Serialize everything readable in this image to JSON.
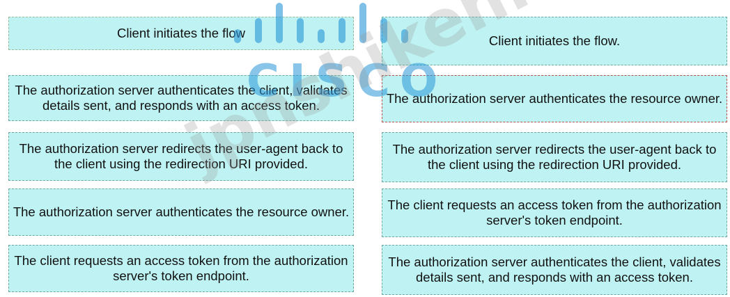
{
  "left_column": [
    {
      "text": "Client initiates the flow"
    },
    {
      "text": "The authorization server authenticates the client, validates details sent, and responds with an access token."
    },
    {
      "text": "The authorization server redirects the user-agent back to the client using the redirection URI provided."
    },
    {
      "text": "The authorization server authenticates the resource owner."
    },
    {
      "text": "The client requests an access token from the authorization server's token endpoint."
    }
  ],
  "right_column": [
    {
      "text": "Client initiates the flow."
    },
    {
      "text": "The authorization server authenticates the resource owner."
    },
    {
      "text": "The authorization server redirects the user-agent back to the client using the redirection URI provided."
    },
    {
      "text": "The client requests an access token from the authorization server's token endpoint."
    },
    {
      "text": "The authorization server authenticates the client, validates details sent, and responds with an access token."
    }
  ],
  "watermark": {
    "logo_text": "CISCO",
    "site_text": "jpnshiken.com"
  },
  "colors": {
    "box_fill": "#bff3f3",
    "box_border": "#6fa79f",
    "logo_blue": "#2896d7"
  }
}
